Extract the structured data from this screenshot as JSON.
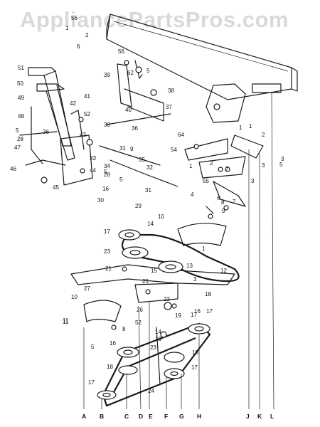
{
  "watermark": {
    "text": "AppliancePartsPros.com"
  },
  "callouts": [
    "56",
    "1",
    "6",
    "2",
    "51",
    "50",
    "49",
    "48",
    "5",
    "28",
    "47",
    "46",
    "45",
    "44",
    "42",
    "52",
    "36",
    "43",
    "38",
    "31",
    "33",
    "5",
    "56",
    "62",
    "39",
    "5",
    "41",
    "40",
    "37",
    "38",
    "36",
    "9",
    "35",
    "34",
    "28",
    "5",
    "32",
    "16",
    "30",
    "31",
    "29",
    "14",
    "17",
    "23",
    "21",
    "27",
    "10",
    "11",
    "1",
    "10",
    "12",
    "13",
    "15",
    "25",
    "3",
    "22",
    "19",
    "8",
    "52",
    "26",
    "18",
    "17",
    "16",
    "5",
    "18",
    "17",
    "23",
    "24",
    "7",
    "9",
    "8",
    "6",
    "55",
    "1",
    "4",
    "2",
    "3",
    "54",
    "64",
    "1",
    "3",
    "5",
    "2",
    "1",
    "17",
    "14",
    "16",
    "18",
    "17",
    "3",
    "16",
    "7",
    "11"
  ],
  "letters": [
    "A",
    "B",
    "C",
    "D",
    "E",
    "F",
    "G",
    "H",
    "J",
    "K",
    "L"
  ],
  "colors": {
    "ink": "#1a1a1a",
    "watermark": "#d9d9d9",
    "background": "#ffffff"
  }
}
